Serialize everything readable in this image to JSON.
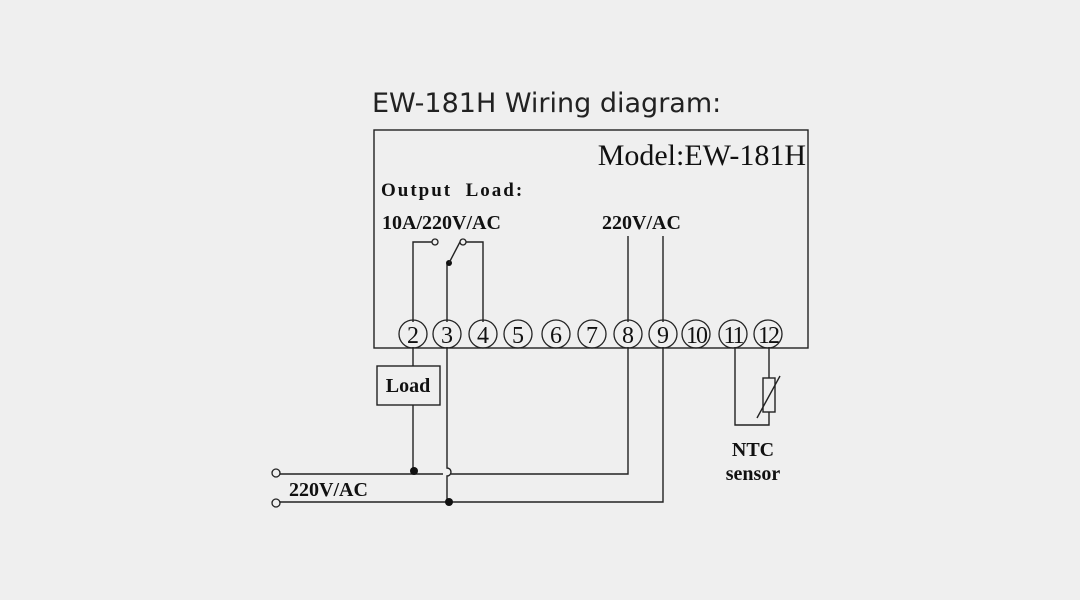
{
  "heading": "EW-181H Wiring diagram:",
  "model_label": "Model:EW-181H",
  "output_load_label": "Output  Load:",
  "output_rating": "10A/220V/AC",
  "supply_rating_top": "220V/AC",
  "load_label": "Load",
  "ntc_label_line1": "NTC",
  "ntc_label_line2": "sensor",
  "mains_label": "220V/AC",
  "terminals": [
    "2",
    "3",
    "4",
    "5",
    "6",
    "7",
    "8",
    "9",
    "10",
    "11",
    "12"
  ]
}
